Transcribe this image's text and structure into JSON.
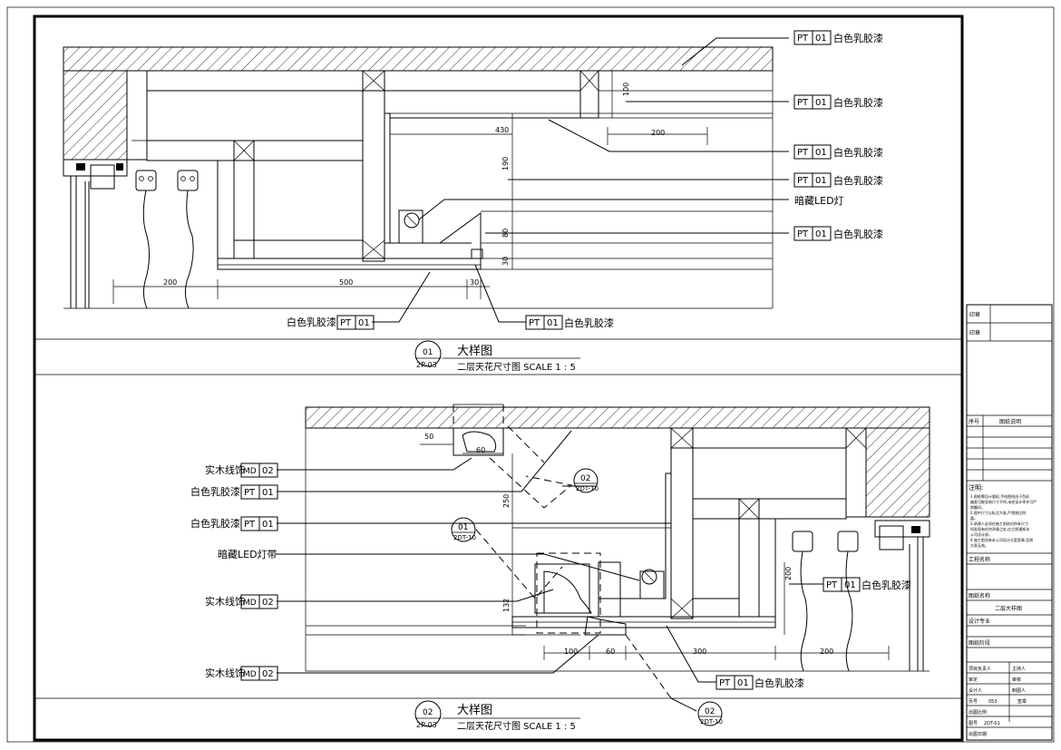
{
  "callouts": {
    "pt": "PT",
    "md": "MD",
    "n01": "01",
    "n02": "02",
    "white_latex": "白色乳胶漆",
    "led": "暗藏LED灯",
    "led_strip": "暗藏LED灯带",
    "wood_molding": "实木线饰"
  },
  "detail1": {
    "number": "01",
    "sheet": "2P-03",
    "title": "大样图",
    "subtitle": "二层天花尺寸图  SCALE 1 : 5",
    "dims": {
      "d100": "100",
      "d200a": "200",
      "d430": "430",
      "d190": "190",
      "d80": "80",
      "d30a": "30",
      "d200b": "200",
      "d500": "500",
      "d30b": "30"
    }
  },
  "detail2": {
    "number": "02",
    "sheet": "2P-03",
    "title": "大样图",
    "subtitle": "二层天花尺寸图  SCALE 1 : 5",
    "dims": {
      "d50": "50",
      "d60a": "60",
      "d250": "250",
      "d132": "132",
      "d100": "100",
      "d60b": "60",
      "d300": "300",
      "d200a": "200",
      "d200b": "200"
    },
    "refs": [
      {
        "num": "02",
        "sheet": "2DT-10"
      },
      {
        "num": "01",
        "sheet": "2DT-10"
      },
      {
        "num": "02",
        "sheet": "2DT-10"
      }
    ]
  },
  "titleblock": {
    "seal1": "印章",
    "seal2": "印章",
    "no_label": "序号",
    "desc_label": "图纸说明",
    "notes_label": "注明:",
    "notes": [
      "1.图纸需设计版权,手绘图纸由于色彩",
      "偏差可能导致尺寸不符,未经设计师许可严",
      "禁翻印。",
      "2.图中尺寸以标注为准,严禁按比例",
      "量。",
      "3.承建人必须在施工前核对所有尺寸,",
      "如发现有任何矛盾之处,应立即通知本",
      "公司设计部。",
      "4.施工图须有本公司设计方案签章,否则",
      "方案无效。"
    ],
    "project_label": "工程名称",
    "drawing_name_label": "图纸名称",
    "drawing_name": "二层大样图",
    "discipline_label": "设计专业",
    "stage_label": "图纸阶段",
    "rows": [
      [
        "项目负责人",
        "主持人"
      ],
      [
        "审定",
        "审核"
      ],
      [
        "设计人",
        "制图人"
      ]
    ],
    "page_no_label": "页号",
    "page_no": "053",
    "sign_label": "签章",
    "scale_label": "出图比例",
    "drawing_no_label": "图号",
    "drawing_no": "2DT-01",
    "date_label": "出图日期"
  }
}
